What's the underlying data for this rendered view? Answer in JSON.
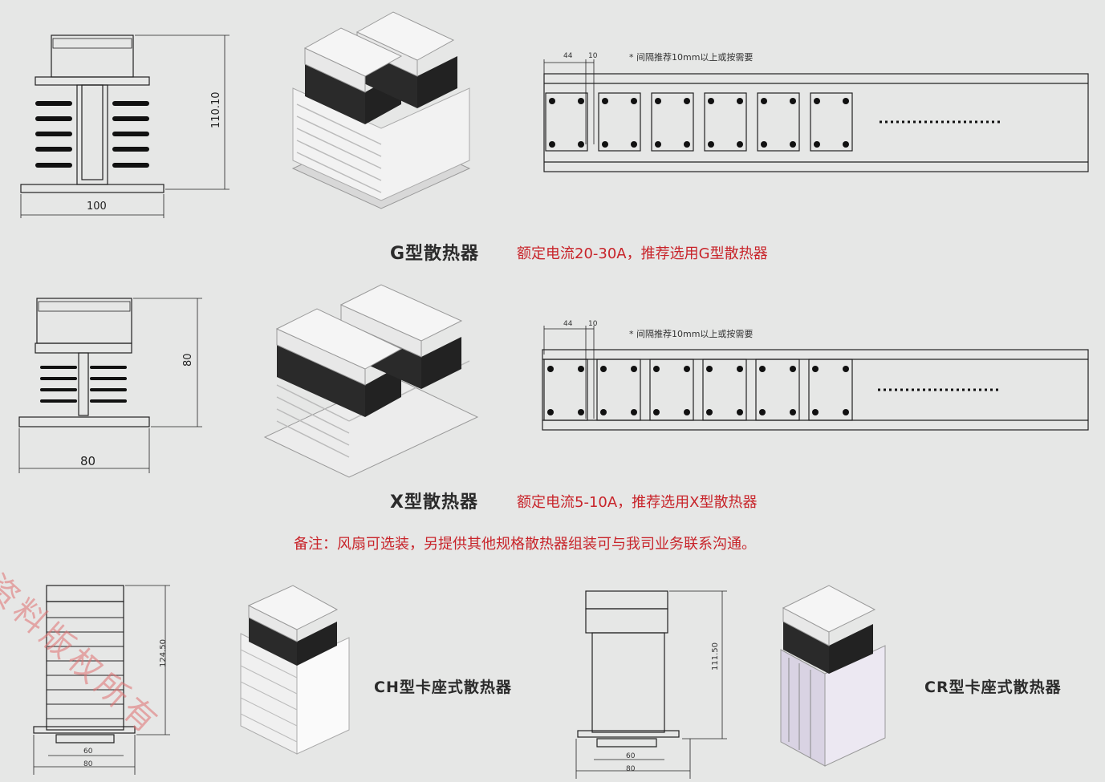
{
  "sections": {
    "g": {
      "title": "G型散热器",
      "desc": "额定电流20-30A，推荐选用G型散热器",
      "width_dim": "100",
      "height_dim": "110.10",
      "spacing_a": "44",
      "spacing_b": "10",
      "spacing_note": "* 间隔推荐10mm以上或按需要"
    },
    "x": {
      "title": "X型散热器",
      "desc": "额定电流5-10A，推荐选用X型散热器",
      "width_dim": "80",
      "height_dim": "80",
      "spacing_a": "44",
      "spacing_b": "10",
      "spacing_note": "* 间隔推荐10mm以上或按需要"
    },
    "note": "备注：风扇可选装，另提供其他规格散热器组装可与我司业务联系沟通。",
    "ch": {
      "title": "CH型卡座式散热器",
      "height_dim": "124.50",
      "rail_dim": "60",
      "width_dim": "80"
    },
    "cr": {
      "title": "CR型卡座式散热器",
      "height_dim": "111.50",
      "rail_dim": "60",
      "width_dim": "80"
    },
    "watermark": "资料版权所有"
  },
  "colors": {
    "background": "#e6e7e6",
    "accent_red": "#c8242a",
    "line": "#222222"
  }
}
